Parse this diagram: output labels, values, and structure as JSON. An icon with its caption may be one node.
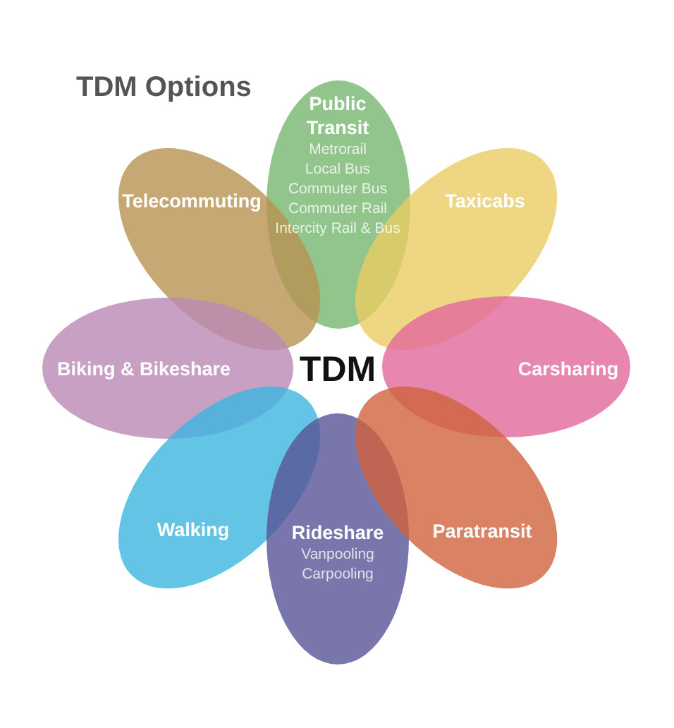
{
  "diagram": {
    "title": "TDM Options",
    "nodes": [
      {
        "text": [
          "Public Transit",
          "Metrorail",
          "Local Bus",
          "Commuter Bus",
          "Commuter Rail",
          "Intercity Rail & Bus"
        ]
      },
      {
        "text": [
          "Telecommuting"
        ]
      },
      {
        "text": [
          "Taxicabs"
        ]
      },
      {
        "text": [
          "Biking & Bikeshare"
        ]
      },
      {
        "text": [
          "Carsharing"
        ]
      },
      {
        "text": [
          "Walking"
        ]
      },
      {
        "text": [
          "Rideshare",
          "Vanpooling",
          "Carpooling"
        ]
      },
      {
        "text": [
          "Paratransit"
        ]
      }
    ],
    "labels": [
      "TDM"
    ]
  }
}
